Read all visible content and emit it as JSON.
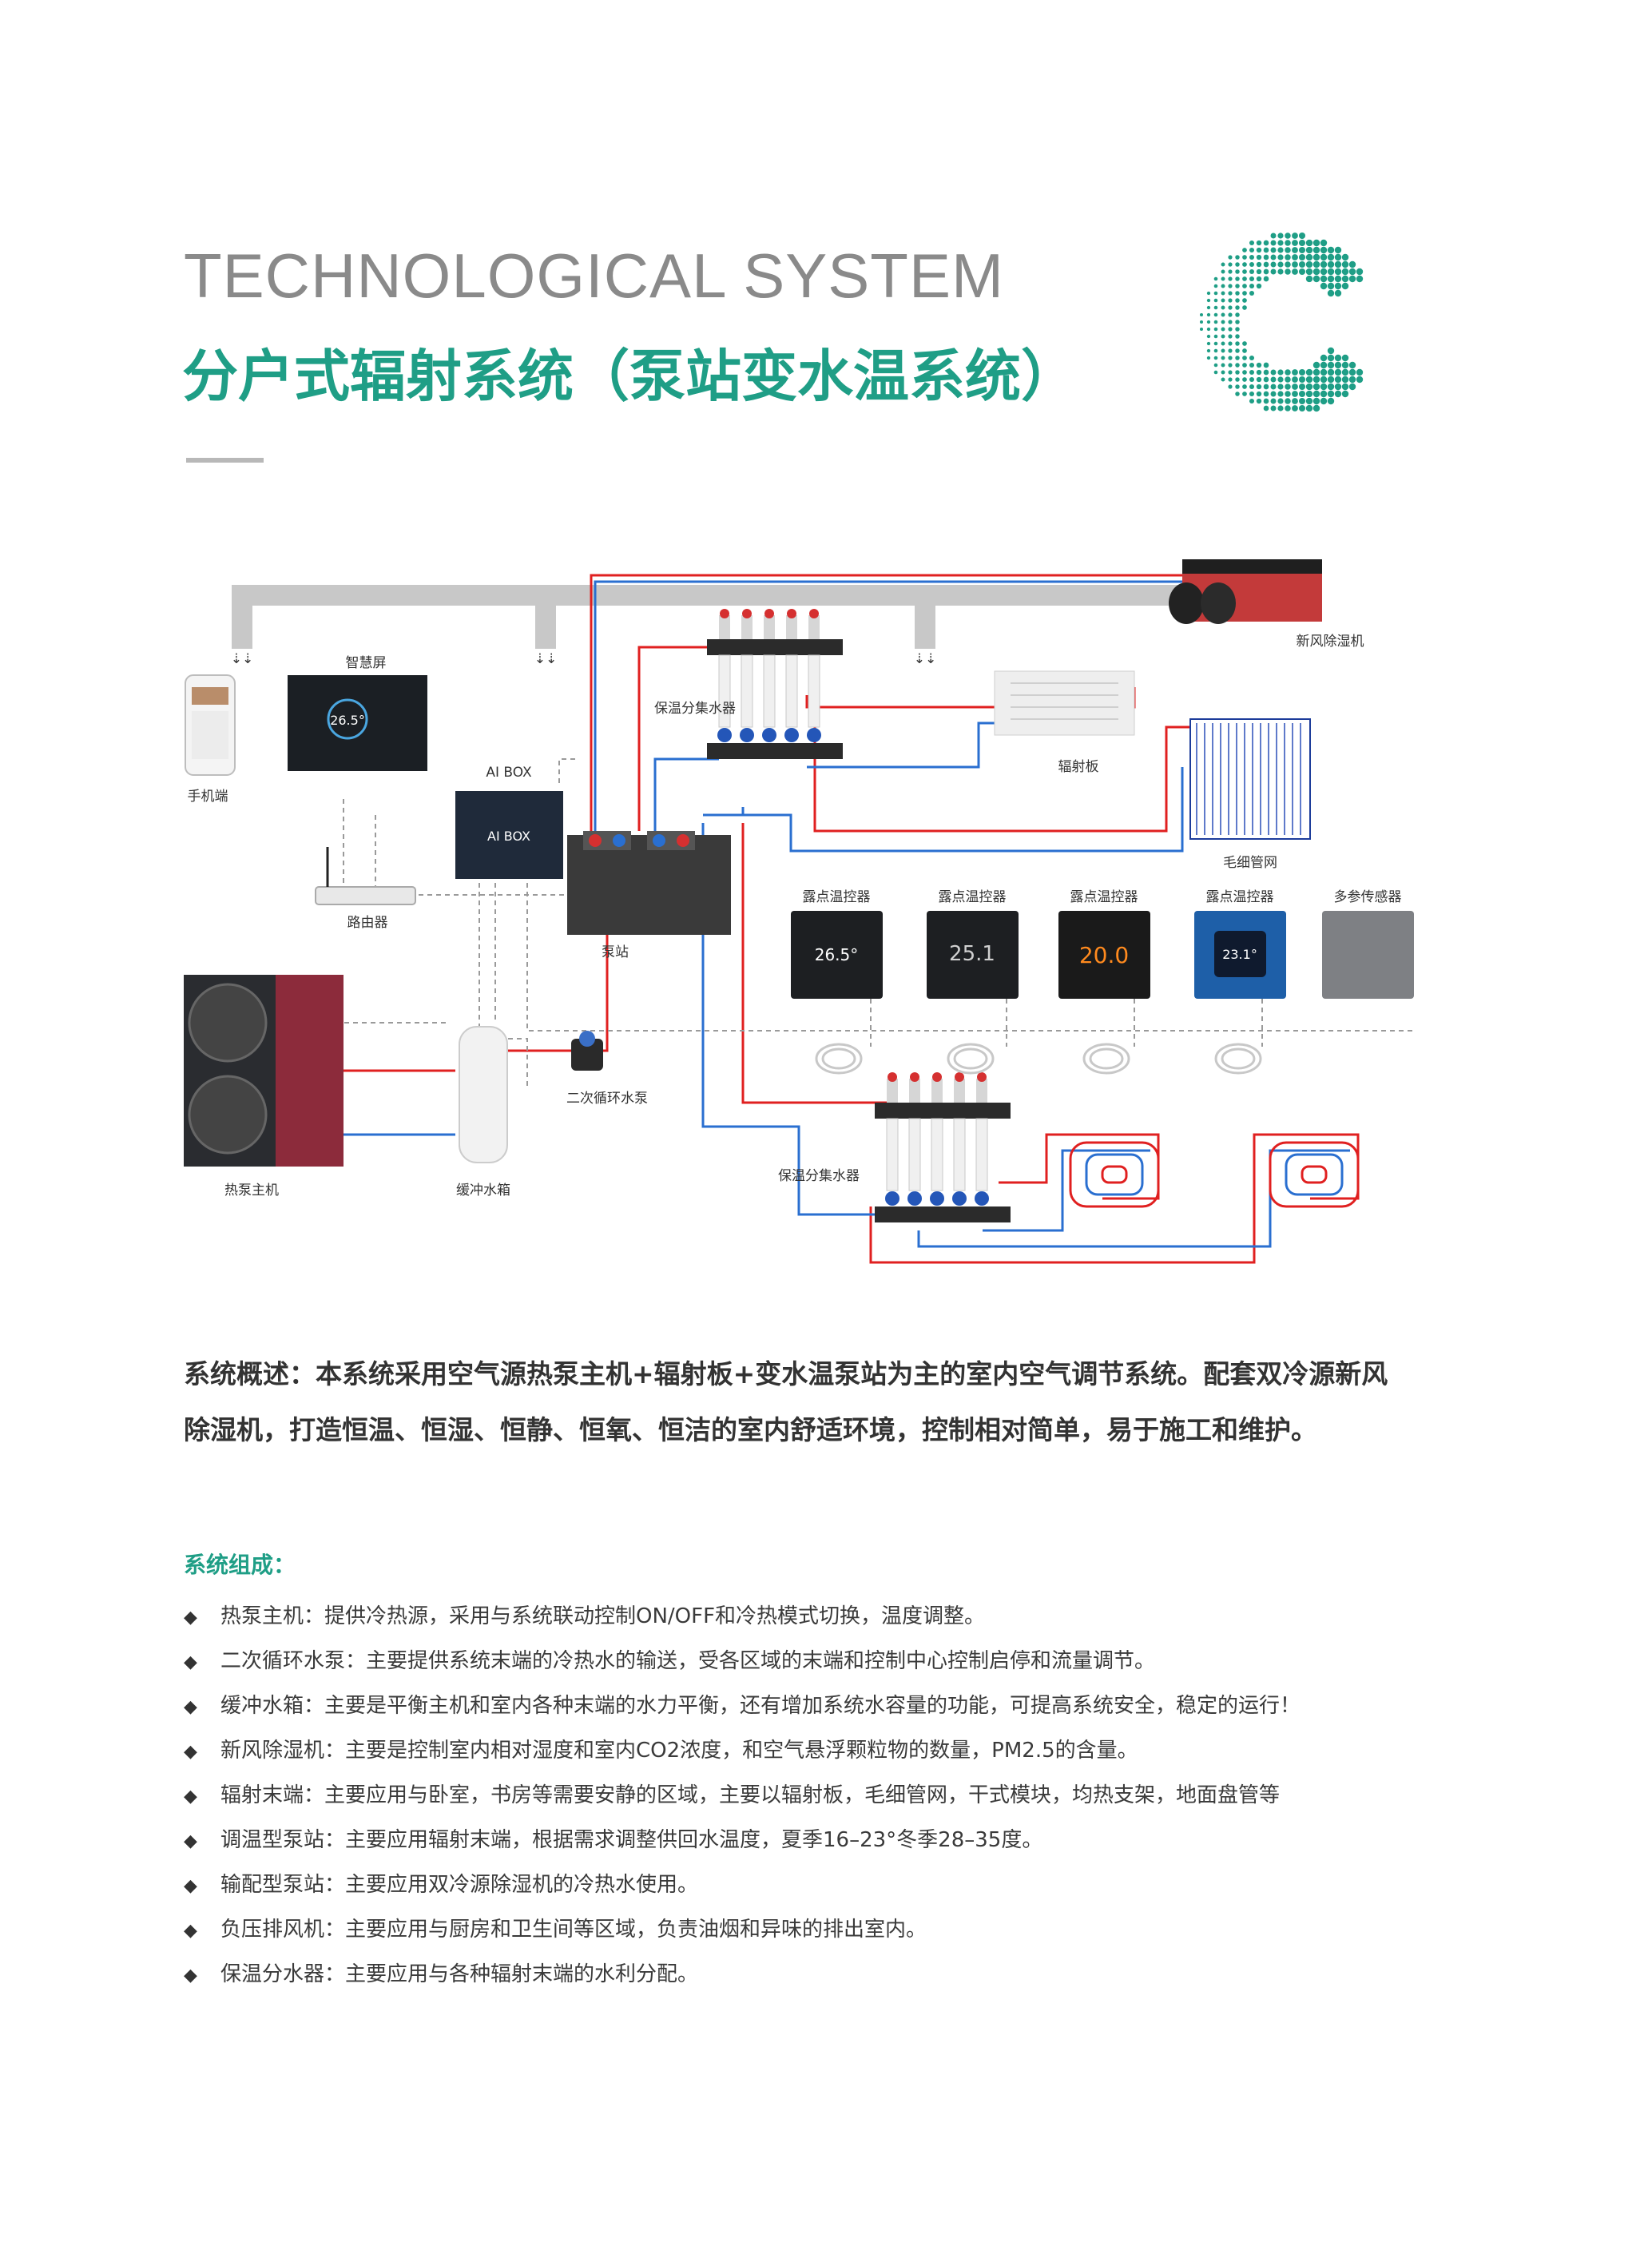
{
  "header": {
    "en_title": "TECHNOLOGICAL SYSTEM",
    "cn_title": "分户式辐射系统（泵站变水温系统）"
  },
  "diagram": {
    "labels": {
      "phone": "手机端",
      "smart_screen": "智慧屏",
      "ai_box": "AI BOX",
      "ai_box_screen": "AI BOX",
      "router": "路由器",
      "pump_station": "泵站",
      "heat_pump": "热泵主机",
      "buffer_tank": "缓冲水箱",
      "circulation_pump": "二次循环水泵",
      "manifold_top": "保温分集水器",
      "manifold_bottom": "保温分集水器",
      "radiant_panel": "辐射板",
      "capillary_mesh": "毛细管网",
      "fresh_air": "新风除湿机",
      "dew_ctrl_1": "露点温控器",
      "dew_ctrl_2": "露点温控器",
      "dew_ctrl_3": "露点温控器",
      "dew_ctrl_4": "露点温控器",
      "multi_sensor": "多参传感器"
    },
    "readouts": {
      "screen_temp": "26.5°",
      "ctrl1_temp": "26.5°",
      "ctrl2_temp": "25.1",
      "ctrl3_temp": "20.0",
      "ctrl4_temp": "23.1°"
    },
    "colors": {
      "supply": "#e02020",
      "return": "#2a6fd0",
      "signal": "#9a9a9a",
      "duct": "#c8c8c8",
      "accent": "#1f9e86"
    }
  },
  "overview": "系统概述：本系统采用空气源热泵主机+辐射板+变水温泵站为主的室内空气调节系统。配套双冷源新风除湿机，打造恒温、恒湿、恒静、恒氧、恒洁的室内舒适环境，控制相对简单，易于施工和维护。",
  "components": {
    "heading": "系统组成：",
    "bullet": "◆",
    "items": [
      "热泵主机：提供冷热源，采用与系统联动控制ON/OFF和冷热模式切换，温度调整。",
      "二次循环水泵：主要提供系统末端的冷热水的输送，受各区域的末端和控制中心控制启停和流量调节。",
      "缓冲水箱：主要是平衡主机和室内各种末端的水力平衡，还有增加系统水容量的功能，可提高系统安全，稳定的运行！",
      "新风除湿机：主要是控制室内相对湿度和室内CO2浓度，和空气悬浮颗粒物的数量，PM2.5的含量。",
      "辐射末端：主要应用与卧室，书房等需要安静的区域，主要以辐射板，毛细管网，干式模块，均热支架，地面盘管等",
      "调温型泵站：主要应用辐射末端，根据需求调整供回水温度，夏季16–23°冬季28–35度。",
      "输配型泵站：主要应用双冷源除湿机的冷热水使用。",
      "负压排风机：主要应用与厨房和卫生间等区域，负责油烟和异味的排出室内。",
      "保温分水器：主要应用与各种辐射末端的水利分配。"
    ]
  }
}
